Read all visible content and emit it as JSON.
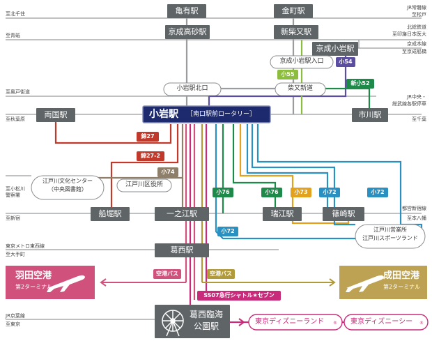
{
  "stations": {
    "kameari": "亀有駅",
    "kanamachi": "金町駅",
    "keisei_takasago": "京成高砂駅",
    "shinshibamata": "新柴又駅",
    "keisei_koiwa": "京成小岩駅",
    "keisei_koiwa_iriguchi": "京成小岩駅入口",
    "koiwa_kitaguchi": "小岩駅北口",
    "shibamata_shindo": "柴又新道",
    "ryogoku": "両国駅",
    "ichikawa": "市川駅",
    "koiwa_main": "小岩駅",
    "koiwa_sub": "［南口駅前ロータリー］",
    "edogawa_bunka_1": "江戸川文化センター",
    "edogawa_bunka_2": "（中央図書館）",
    "edogawa_kuyakusho": "江戸川区役所",
    "funabori": "船堀駅",
    "ichinoe": "一之江駅",
    "mizue": "瑞江駅",
    "shinozaki": "篠崎駅",
    "edogawa_eigyosho_1": "江戸川営業所",
    "edogawa_eigyosho_2": "江戸川スポーツランド",
    "kasai": "葛西駅",
    "kasai_rinkai_1": "葛西臨海",
    "kasai_rinkai_2": "公園駅"
  },
  "directions": {
    "kita_senju": "至北千住",
    "aoto": "至青砥",
    "okudo": "至奥戸街道",
    "akihabara": "至秋葉原",
    "komatsugawa": "至小松川",
    "keisatsusho": "警察署",
    "shinjuku": "至新宿",
    "tokyometro": "東京メトロ東西線",
    "otemachi": "至大手町",
    "keiyo": "JR京葉線",
    "tokyo": "至東京",
    "jr_joban": "JR常磐線",
    "matsudo": "至松戸",
    "hokuso": "北総鉄道",
    "inba": "至印旛日本医大",
    "keisei_honsen": "京成本線",
    "keisei_funabashi": "至京成船橋",
    "jr_chuo_1": "JR中央・",
    "jr_chuo_2": "総武線各駅停車",
    "chiba": "至千葉",
    "toei_shinjuku": "都営新宿線",
    "motoyawata": "至本八幡"
  },
  "routes": {
    "ko55": "小55",
    "ko54": "小54",
    "shinko52": "新小52",
    "nishiki27": "錦27",
    "nishiki27_2": "錦27-2",
    "ko74": "小74",
    "ko76a": "小76",
    "ko76b": "小76",
    "ko73": "小73",
    "ko72a": "小72",
    "ko72b": "小72",
    "ko72c": "小72",
    "airport_bus_left": "空港バス",
    "airport_bus_right": "空港バス",
    "ss07": "SS07急行シャトル★セブン"
  },
  "airports": {
    "haneda": "羽田空港",
    "haneda_sub": "第2ターミナル",
    "narita": "成田空港",
    "narita_sub": "第2ターミナル"
  },
  "disney": {
    "land": "東京ディズニーランド",
    "sea": "東京ディズニーシー",
    "reg": "®"
  },
  "colors": {
    "navy": "#1d2a6e",
    "station_gray": "#5f6467",
    "rail_gray": "#9a9c9f",
    "red": "#c0392b",
    "brown": "#8e7f6b",
    "green": "#1e8a4a",
    "purple": "#5b4da0",
    "lime": "#8cbd3f",
    "yellow": "#e2a21d",
    "cyan": "#2a8fc1",
    "olive": "#b19a3a",
    "pink": "#d0527c",
    "magenta": "#c82b7a",
    "gold": "#bca252"
  }
}
